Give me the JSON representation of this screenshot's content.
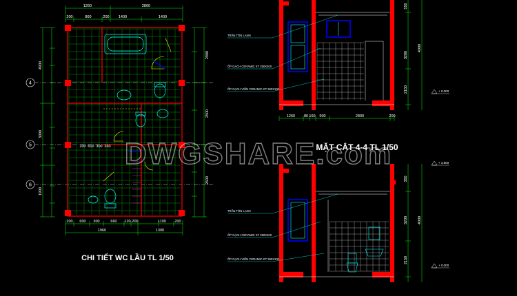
{
  "plan": {
    "title": "CHI TIẾT WC LẦU TL 1/50",
    "top_dims_outer": [
      "1260",
      "2800"
    ],
    "top_dims_inner": [
      "200",
      "860",
      "200",
      "1400",
      "1400"
    ],
    "bottom_dims_inner": [
      "200",
      "600",
      "300",
      "660",
      "120",
      "200",
      "1100",
      "200"
    ],
    "bottom_dims_outer": [
      "1960",
      "1300"
    ],
    "left_dims": [
      "4900",
      "3000",
      "1900"
    ],
    "right_dims": [
      "2900",
      "2500",
      "2600"
    ],
    "mid_dims": [
      "200",
      "600",
      "300",
      "360"
    ],
    "grid_labels": [
      "4",
      "5",
      "6"
    ]
  },
  "section_top": {
    "title": "MẶT CẮT 4-4 TL 1/50",
    "labels": [
      "TRẦN TÔN LẠNH",
      "ỐP GẠCH CERAMIC KT 250X400",
      "ỐP GẠCH VIỀN CERAMIC KT 250X100"
    ],
    "bottom_dims": [
      "1260",
      "80",
      "160",
      "900",
      "2800",
      "200"
    ],
    "right_dims": [
      "550",
      "3200",
      "4000",
      "2150"
    ],
    "levels": [
      "+ 0.000"
    ]
  },
  "section_bottom": {
    "labels": [
      "TRẦN TÔN LẠNH",
      "ỐP GẠCH CERAMIC KT 250X400",
      "ỐP GẠCH VIỀN CERAMIC KT 250X100"
    ],
    "right_dims": [
      "350",
      "3200",
      "4000",
      "2150"
    ],
    "levels": [
      "+ 3.900",
      "+ 0.000"
    ]
  },
  "watermark": {
    "text": "DWGSHARE.com"
  },
  "colors": {
    "background": "#000000",
    "wall": "#ff0000",
    "line": "#ffffff",
    "dim": "#00ff00",
    "fixture": "#00ffff",
    "accent": "#ffff00",
    "window": "#0000ff",
    "detail": "#ff00ff"
  }
}
